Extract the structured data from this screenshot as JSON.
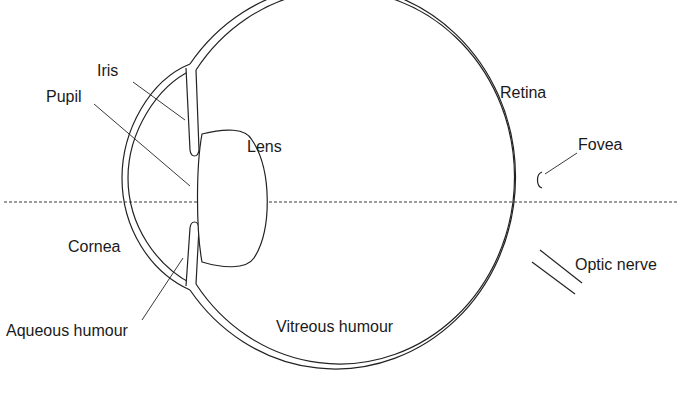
{
  "diagram": {
    "labels": [
      "Iris",
      "Pupil",
      "Lens",
      "Retina",
      "Fovea",
      "Cornea",
      "Aqueous humour",
      "Vitreous humour",
      "Optic nerve"
    ]
  }
}
